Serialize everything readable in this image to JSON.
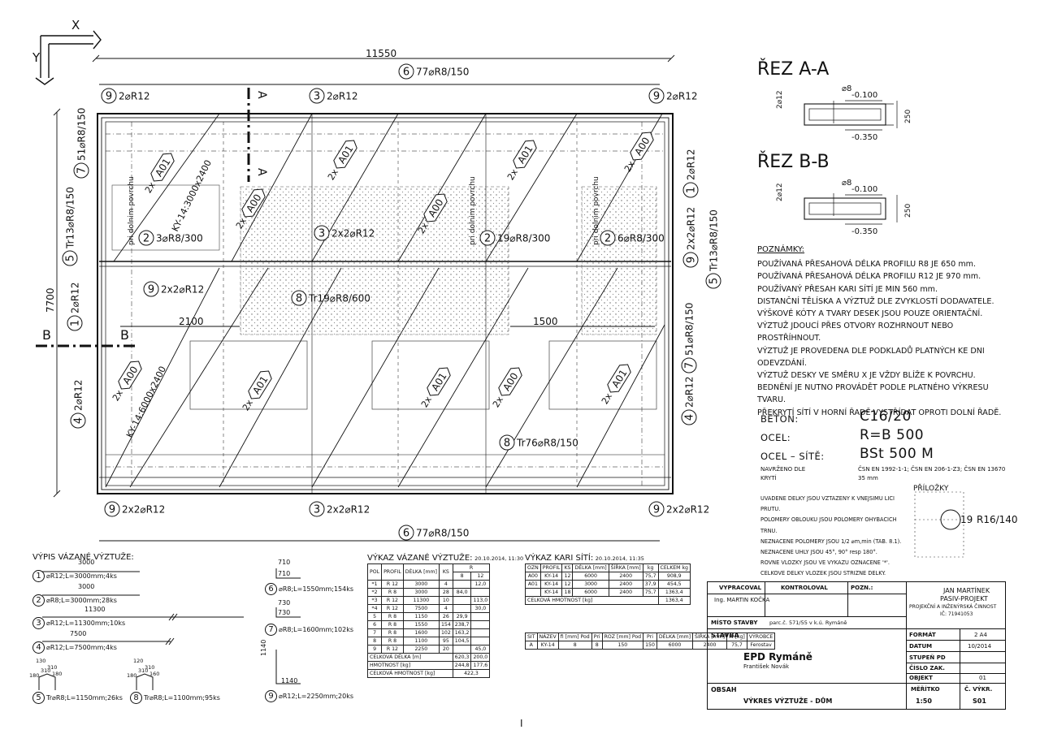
{
  "axes": {
    "x": "X",
    "y": "Y"
  },
  "dims": {
    "total_width": "11550",
    "total_height": "7700",
    "inner_left": "2100",
    "inner_right": "1500"
  },
  "labels": {
    "top_main": "77⌀R8/150",
    "top_main_num": "6",
    "bottom_main": "77⌀R8/150",
    "bottom_main_num": "6",
    "tl_corner": "2⌀R12",
    "tr_corner": "2⌀R12",
    "top_mid": "2⌀R12",
    "bl_corner": "2x2⌀R12",
    "br_corner": "2x2⌀R12",
    "bottom_mid": "2x2⌀R12",
    "left_7": "51⌀R8/150",
    "left_5": "Tr13⌀R8/150",
    "left_1": "2⌀R12",
    "left_4": "2⌀R12",
    "right_1": "2⌀R12",
    "right_9": "2x2⌀R12",
    "right_5": "Tr13⌀R8/150",
    "right_7": "51⌀R8/150",
    "right_4": "2⌀R12",
    "n2a": "3⌀R8/300",
    "n2b": "19⌀R8/300",
    "n2c": "6⌀R8/300",
    "n3": "2x2⌀R12",
    "n8a": "Tr19⌀R8/600",
    "n8b": "Tr76⌀R8/150",
    "n9left": "2x2⌀R12",
    "mesh_top": "KY-14:3000x2400",
    "mesh_bot": "KY-14:6000x2400",
    "surface": "pri dolnim povrchu",
    "a01": "A01",
    "a00": "A00",
    "x2": "2x",
    "section_a": "A",
    "section_b": "B"
  },
  "sections": {
    "aa_title": "ŘEZ A-A",
    "bb_title": "ŘEZ B-B",
    "aa_rebar": "⌀8",
    "bb_rebar": "⌀8",
    "aa_side": "2⌀12",
    "bb_side": "2⌀12",
    "top_lvl": "-0.100",
    "bot_lvl": "-0.350",
    "depth": "250"
  },
  "notes": {
    "heading": "POZNÁMKY:",
    "lines": [
      "POUŽÍVANÁ PŘESAHOVÁ DÉLKA PROFILU R8 JE 650 mm.",
      "POUŽÍVANÁ PŘESAHOVÁ DÉLKA PROFILU R12 JE 970 mm.",
      "POUŽÍVANÝ PŘESAH KARI SÍTÍ JE MIN 560 mm.",
      "DISTANČNÍ TĚLÍSKA A VÝZTUŽ DLE ZVYKLOSTÍ DODAVATELE.",
      "VÝŠKOVÉ KÓTY A TVARY DESEK JSOU POUZE ORIENTAČNÍ.",
      "VÝZTUŽ JDOUCÍ PŘES OTVORY ROZHRNOUT NEBO PROSTŘÍHNOUT.",
      "VÝZTUŽ JE PROVEDENA DLE PODKLADŮ PLATNÝCH KE DNI ODEVZDÁNÍ.",
      "VÝZTUŽ DESKY VE SMĚRU X JE VŽDY BLÍŽE K POVRCHU.",
      "BEDNĚNÍ JE NUTNO PROVÁDĚT PODLE PLATNÉHO VÝKRESU TVARU.",
      "PŘEKRYTÍ SÍTÍ V HORNÍ ŘADĚ VYSTŘÍDAT OPROTI DOLNÍ ŘADĚ."
    ]
  },
  "materials": [
    {
      "k": "BETON:",
      "v": "C16/20"
    },
    {
      "k": "OCEL:",
      "v": "R=B 500"
    },
    {
      "k": "OCEL – SÍTĚ:",
      "v": "BSt 500 M"
    }
  ],
  "design": {
    "k1": "NAVRŽENO DLE",
    "v1": "ČSN EN 1992-1-1; ČSN EN 206-1-Z3; ČSN EN 13670",
    "k2": "KRYTÍ",
    "v2": "35 mm"
  },
  "legal": [
    "UVADENE DELKY JSOU VZTAZENY K VNEJSIMU LICI PRUTU.",
    "POLOMERY OBLOUKU JSOU POLOMERY OHYBACICH TRNU.",
    "NEZNACENE POLOMERY JSOU 1/2 ⌀m,min (TAB. 8.1).",
    "NEZNACENE UHLY JSOU 45°, 90° resp 180°.",
    "ROVNE VLOZKY JSOU VE VYKAZU OZNACENE '*'.",
    "CELKOVE DELKY VLOZEK JSOU STRIZNE DELKY."
  ],
  "attachment": {
    "title": "PŘÍLOŽKY",
    "num": "19",
    "label": "R16/140"
  },
  "list_title": "VÝPIS VÁZANÉ VÝZTUŽE:",
  "bars": [
    {
      "num": "1",
      "len": "3000",
      "text": "⌀R12;L=3000mm;4ks"
    },
    {
      "num": "2",
      "len": "3000",
      "text": "⌀R8;L=3000mm;28ks"
    },
    {
      "num": "3",
      "len": "11300",
      "text": "⌀R12;L=11300mm;10ks"
    },
    {
      "num": "4",
      "len": "7500",
      "text": "⌀R12;L=7500mm;4ks"
    },
    {
      "num": "5",
      "text": "Tr⌀R8;L=1150mm;26ks"
    },
    {
      "num": "8",
      "text": "Tr⌀R8;L=1100mm;95ks"
    },
    {
      "num": "6",
      "text": "⌀R8;L=1550mm;154ks"
    },
    {
      "num": "7",
      "text": "⌀R8;L=1600mm;102ks"
    },
    {
      "num": "9",
      "text": "⌀R12;L=2250mm;20ks"
    }
  ],
  "shape_dims": {
    "s5": [
      "130",
      "180",
      "310",
      "310",
      "180"
    ],
    "s8": [
      "120",
      "180",
      "310",
      "310",
      "160"
    ],
    "s6a": "710",
    "s6b": "710",
    "s7a": "730",
    "s7b": "730",
    "s9a": "1140",
    "s9b": "1140"
  },
  "schedule": {
    "title": "VÝKAZ VÁZANÉ VÝZTUŽE:",
    "date": "20.10.2014, 11:30",
    "head": [
      "POL",
      "PROFIL",
      "DÉLKA [mm]",
      "KS",
      "8",
      "12"
    ],
    "head_r": "R",
    "rows": [
      [
        "*1",
        "R 12",
        "3000",
        "4",
        "",
        "12,0"
      ],
      [
        "*2",
        "R 8",
        "3000",
        "28",
        "84,0",
        ""
      ],
      [
        "*3",
        "R 12",
        "11300",
        "10",
        "",
        "113,0"
      ],
      [
        "*4",
        "R 12",
        "7500",
        "4",
        "",
        "30,0"
      ],
      [
        "5",
        "R 8",
        "1150",
        "26",
        "29,9",
        ""
      ],
      [
        "6",
        "R 8",
        "1550",
        "154",
        "238,7",
        ""
      ],
      [
        "7",
        "R 8",
        "1600",
        "102",
        "163,2",
        ""
      ],
      [
        "8",
        "R 8",
        "1100",
        "95",
        "104,5",
        ""
      ],
      [
        "9",
        "R 12",
        "2250",
        "20",
        "",
        "45,0"
      ]
    ],
    "total_len": [
      "CELKOVÁ DÉLKA [m]",
      "620,3",
      "200,0"
    ],
    "mass": [
      "HMOTNOST [kg]",
      "244,8",
      "177,6"
    ],
    "total_mass": [
      "CELKOVÁ HMOTNOST [kg]",
      "422,3"
    ]
  },
  "mesh": {
    "title": "VÝKAZ KARI SÍTÍ:",
    "date": "20.10.2014, 11:35",
    "head": [
      "OZN",
      "PROFIL",
      "KS",
      "DÉLKA [mm]",
      "ŠÍŘKA [mm]",
      "kg",
      "CELKEM kg"
    ],
    "rows": [
      [
        "A00",
        "KY-14",
        "12",
        "6000",
        "2400",
        "75,7",
        "908,9"
      ],
      [
        "A01",
        "KY-14",
        "12",
        "3000",
        "2400",
        "37,9",
        "454,5"
      ]
    ],
    "sum": [
      "KY-14",
      "18",
      "6000",
      "2400",
      "75,7",
      "1363,4"
    ],
    "total": [
      "CELKOVÁ HMOTNOST [kg]",
      "1363,4"
    ],
    "head2": [
      "SIT",
      "NÁZEV",
      "fi [mm] Pod",
      "Pri",
      "ROZ [mm] Pod",
      "Pri",
      "DÉLKA [mm]",
      "ŠÍŘKA [mm]",
      "M [kg]",
      "VÝROBCE"
    ],
    "row2": [
      "A",
      "KY-14",
      "8",
      "8",
      "150",
      "150",
      "6000",
      "2400",
      "75,7",
      "Ferostav"
    ]
  },
  "titleblock": {
    "vypracoval": "VYPRACOVAL",
    "kontroloval": "KONTROLOVAL",
    "pozn": "POZN.:",
    "author": "Ing. MARTIN KOČKA",
    "company1": "JAN MARTÍNEK",
    "company2": "PASIV-PROJEKT",
    "company3": "PROJEKČNÍ A INŽENÝRSKÁ ČINNOST",
    "company4": "IČ: 71941053",
    "misto": "MÍSTO STAVBY",
    "misto_v": "parc.č. 571/55 v k.ú. Rymáně",
    "stavba": "STAVBA",
    "stavba_v": "EPD Rymáně",
    "owner": "František Novák",
    "format": "FORMÁT",
    "format_v": "2 A4",
    "datum": "DATUM",
    "datum_v": "10/2014",
    "stupen": "STUPEŇ PD",
    "cislo": "ČÍSLO ZAK.",
    "objekt": "OBJEKT",
    "objekt_v": "01",
    "obsah": "OBSAH",
    "obsah_v": "VÝKRES VÝZTUŽE - DŮM",
    "meritko": "MĚŘÍTKO",
    "meritko_v": "1:50",
    "cvykr": "Č. VÝKR.",
    "cvykr_v": "S01"
  },
  "page_mark": "I"
}
